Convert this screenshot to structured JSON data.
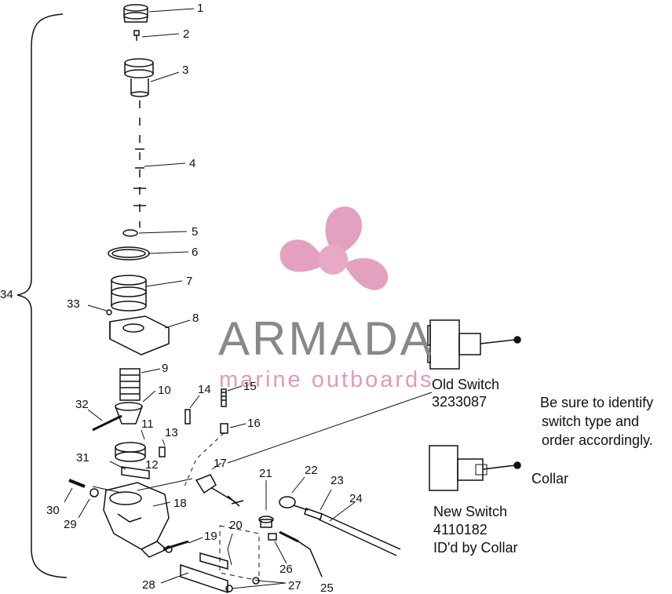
{
  "watermark": {
    "brand": "ARMADA",
    "tagline": "marine outboards",
    "brand_color": "#888888",
    "accent_color": "#e29ab7"
  },
  "callouts": [
    "1",
    "2",
    "3",
    "4",
    "5",
    "6",
    "7",
    "8",
    "9",
    "10",
    "11",
    "12",
    "13",
    "14",
    "15",
    "16",
    "17",
    "18",
    "19",
    "20",
    "21",
    "22",
    "23",
    "24",
    "25",
    "26",
    "27",
    "28",
    "29",
    "30",
    "31",
    "32",
    "33",
    "34"
  ],
  "old_switch": {
    "label": "Old Switch",
    "part_number": "3233087"
  },
  "new_switch": {
    "label": "New Switch",
    "part_number": "4110182",
    "note": "ID'd by Collar",
    "collar_label": "Collar"
  },
  "instruction": [
    "Be sure to identify",
    "switch type and",
    "order accordingly."
  ]
}
